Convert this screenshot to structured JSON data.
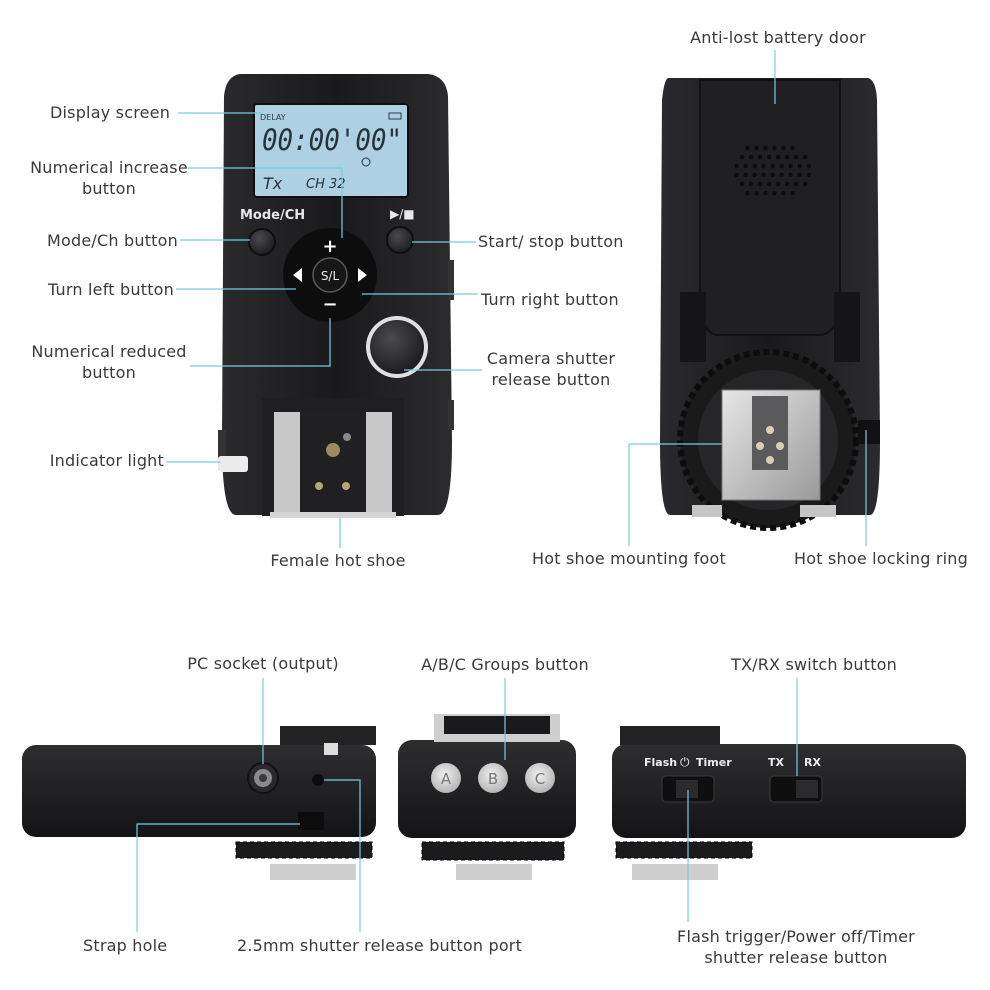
{
  "front": {
    "lcd": {
      "mode_text": "DELAY",
      "time_text": "00:00'00\"",
      "tx_text": "Tx",
      "ch_text": "CH 32"
    },
    "mode_ch_print": "Mode/CH",
    "play_stop_print": "▶/■",
    "sl_print": "S/L",
    "plus_print": "+",
    "minus_print": "−"
  },
  "labels": {
    "display_screen": "Display screen",
    "numerical_increase_1": "Numerical increase",
    "numerical_increase_2": "button",
    "mode_ch_button": "Mode/Ch button",
    "turn_left_button": "Turn left button",
    "numerical_reduced_1": "Numerical reduced",
    "numerical_reduced_2": "button",
    "indicator_light": "Indicator light",
    "female_hot_shoe": "Female hot shoe",
    "start_stop_button": "Start/ stop button",
    "turn_right_button": "Turn right button",
    "camera_shutter_1": "Camera shutter",
    "camera_shutter_2": "release button",
    "anti_lost_battery_door": "Anti-lost battery door",
    "hot_shoe_mounting_foot": "Hot shoe mounting foot",
    "hot_shoe_locking_ring": "Hot shoe locking ring",
    "pc_socket_output": "PC socket (output)",
    "abc_groups_button": "A/B/C Groups button",
    "tx_rx_switch_button": "TX/RX switch button",
    "strap_hole": "Strap hole",
    "shutter_port": "2.5mm shutter release button port",
    "flash_trigger_1": "Flash trigger/Power off/Timer",
    "flash_trigger_2": "shutter release button"
  },
  "side": {
    "group_a": "A",
    "group_b": "B",
    "group_c": "C",
    "flash_print": "Flash",
    "power_print": "⏻",
    "timer_print": "Timer",
    "tx_print": "TX",
    "rx_print": "RX"
  },
  "colors": {
    "body": "#1c1c1e",
    "lcd": "#aed0e3",
    "leader": "#6fd0de",
    "label": "#3a3a3a"
  }
}
